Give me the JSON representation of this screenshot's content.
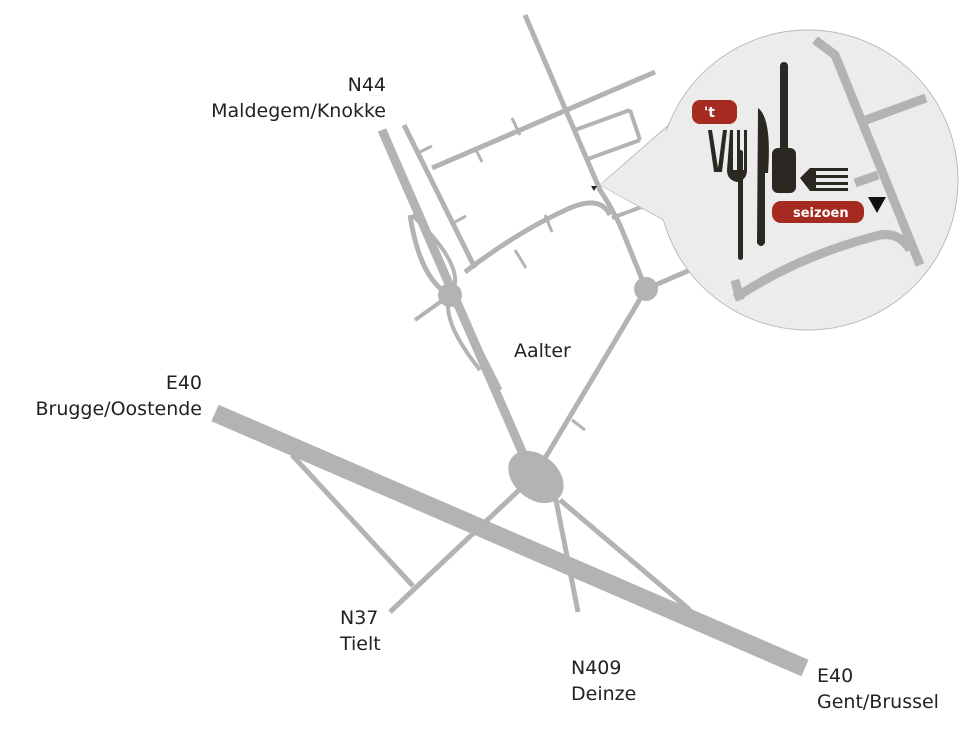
{
  "labels": {
    "n44": {
      "road": "N44",
      "destination": "Maldegem/Knokke"
    },
    "e40_west": {
      "road": "E40",
      "destination": "Brugge/Oostende"
    },
    "e40_east": {
      "road": "E40",
      "destination": "Gent/Brussel"
    },
    "n37": {
      "road": "N37",
      "destination": "Tielt"
    },
    "n409": {
      "road": "N409",
      "destination": "Deinze"
    },
    "town": "Aalter"
  },
  "logo": {
    "prefix": "'t",
    "name": "seizoen"
  },
  "colors": {
    "road": "#b3b3b3",
    "callout_bg": "#ececec",
    "logo_red": "#a52a1f",
    "cutlery": "#2a2820"
  }
}
